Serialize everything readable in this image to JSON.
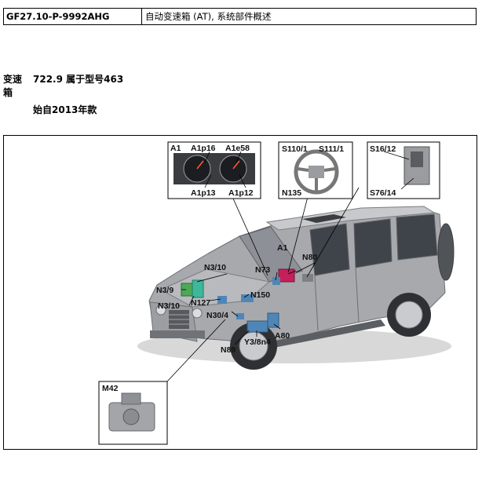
{
  "header": {
    "code": "GF27.10-P-9992AHG",
    "title": "自动变速箱 (AT), 系统部件概述"
  },
  "meta": {
    "label": "变速箱",
    "value": "722.9 属于型号463",
    "since": "始自2013年款"
  },
  "figure": {
    "inset_cluster": {
      "a1": "A1",
      "a1p16": "A1p16",
      "a1e58": "A1e58",
      "a1p13": "A1p13",
      "a1p12": "A1p12"
    },
    "inset_wheel": {
      "s110": "S110/1",
      "s111": "S111/1",
      "n135": "N135"
    },
    "inset_shifter": {
      "s16": "S16/12",
      "s76": "S76/14"
    },
    "inset_motor": {
      "m42": "M42"
    },
    "callouts": {
      "a1": "A1",
      "n80": "N80",
      "n73": "N73",
      "n3_10": "N3/10",
      "n3_9": "N3/9",
      "n3_10b": "N3/10",
      "n127": "N127",
      "n150": "N150",
      "n30_4": "N30/4",
      "a80": "A80",
      "y3_8n4": "Y3/8n4",
      "n89": "N89"
    }
  }
}
